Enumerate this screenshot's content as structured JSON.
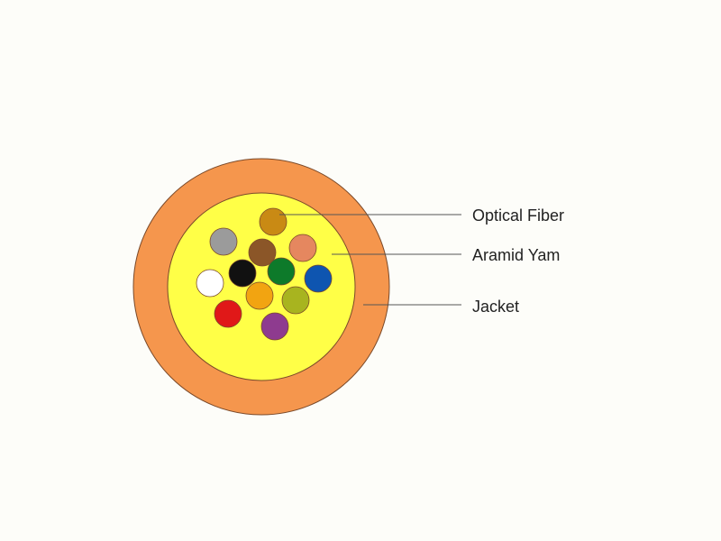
{
  "labels": {
    "optical_fiber": "Optical Fiber",
    "aramid_yarn": "Aramid Yam",
    "jacket": "Jacket"
  },
  "colors": {
    "background": "#fdfdf9",
    "jacket": "#f5964d",
    "aramid_yarn": "#ffff47",
    "outline": "#7a4a2a",
    "leader_line": "#555555"
  },
  "fibers": [
    {
      "name": "fiber-orange-brown",
      "color": "#c98a14"
    },
    {
      "name": "fiber-gray",
      "color": "#9b9b9b"
    },
    {
      "name": "fiber-brown",
      "color": "#8b5628"
    },
    {
      "name": "fiber-salmon",
      "color": "#e5875f"
    },
    {
      "name": "fiber-white",
      "color": "#ffffff"
    },
    {
      "name": "fiber-black",
      "color": "#111111"
    },
    {
      "name": "fiber-green",
      "color": "#0d7a2a"
    },
    {
      "name": "fiber-blue",
      "color": "#0e55b0"
    },
    {
      "name": "fiber-orange",
      "color": "#f2a411"
    },
    {
      "name": "fiber-olive",
      "color": "#a8b41f"
    },
    {
      "name": "fiber-red",
      "color": "#e01818"
    },
    {
      "name": "fiber-violet",
      "color": "#8e3b8f"
    }
  ]
}
